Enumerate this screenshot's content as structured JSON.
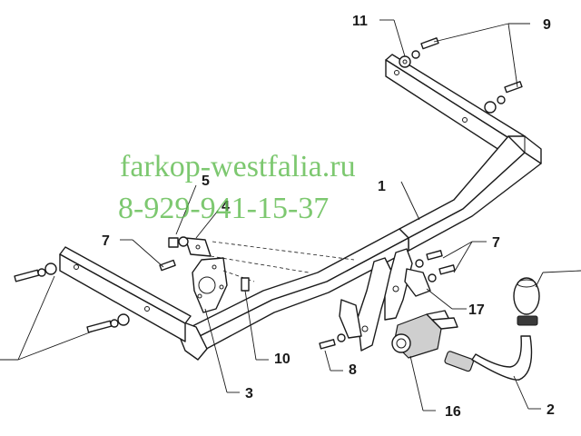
{
  "watermark": {
    "line1": "farkop-westfalia.ru",
    "line2": "8-929-941-15-37",
    "color": "#58b848"
  },
  "callouts": [
    {
      "id": "c11",
      "label": "11"
    },
    {
      "id": "c9",
      "label": "9"
    },
    {
      "id": "c5",
      "label": "5"
    },
    {
      "id": "c4",
      "label": "4"
    },
    {
      "id": "c1",
      "label": "1"
    },
    {
      "id": "c7a",
      "label": "7"
    },
    {
      "id": "c7b",
      "label": "7"
    },
    {
      "id": "c17",
      "label": "17"
    },
    {
      "id": "c10",
      "label": "10"
    },
    {
      "id": "c8",
      "label": "8"
    },
    {
      "id": "c3",
      "label": "3"
    },
    {
      "id": "c16",
      "label": "16"
    },
    {
      "id": "c2",
      "label": "2"
    }
  ]
}
